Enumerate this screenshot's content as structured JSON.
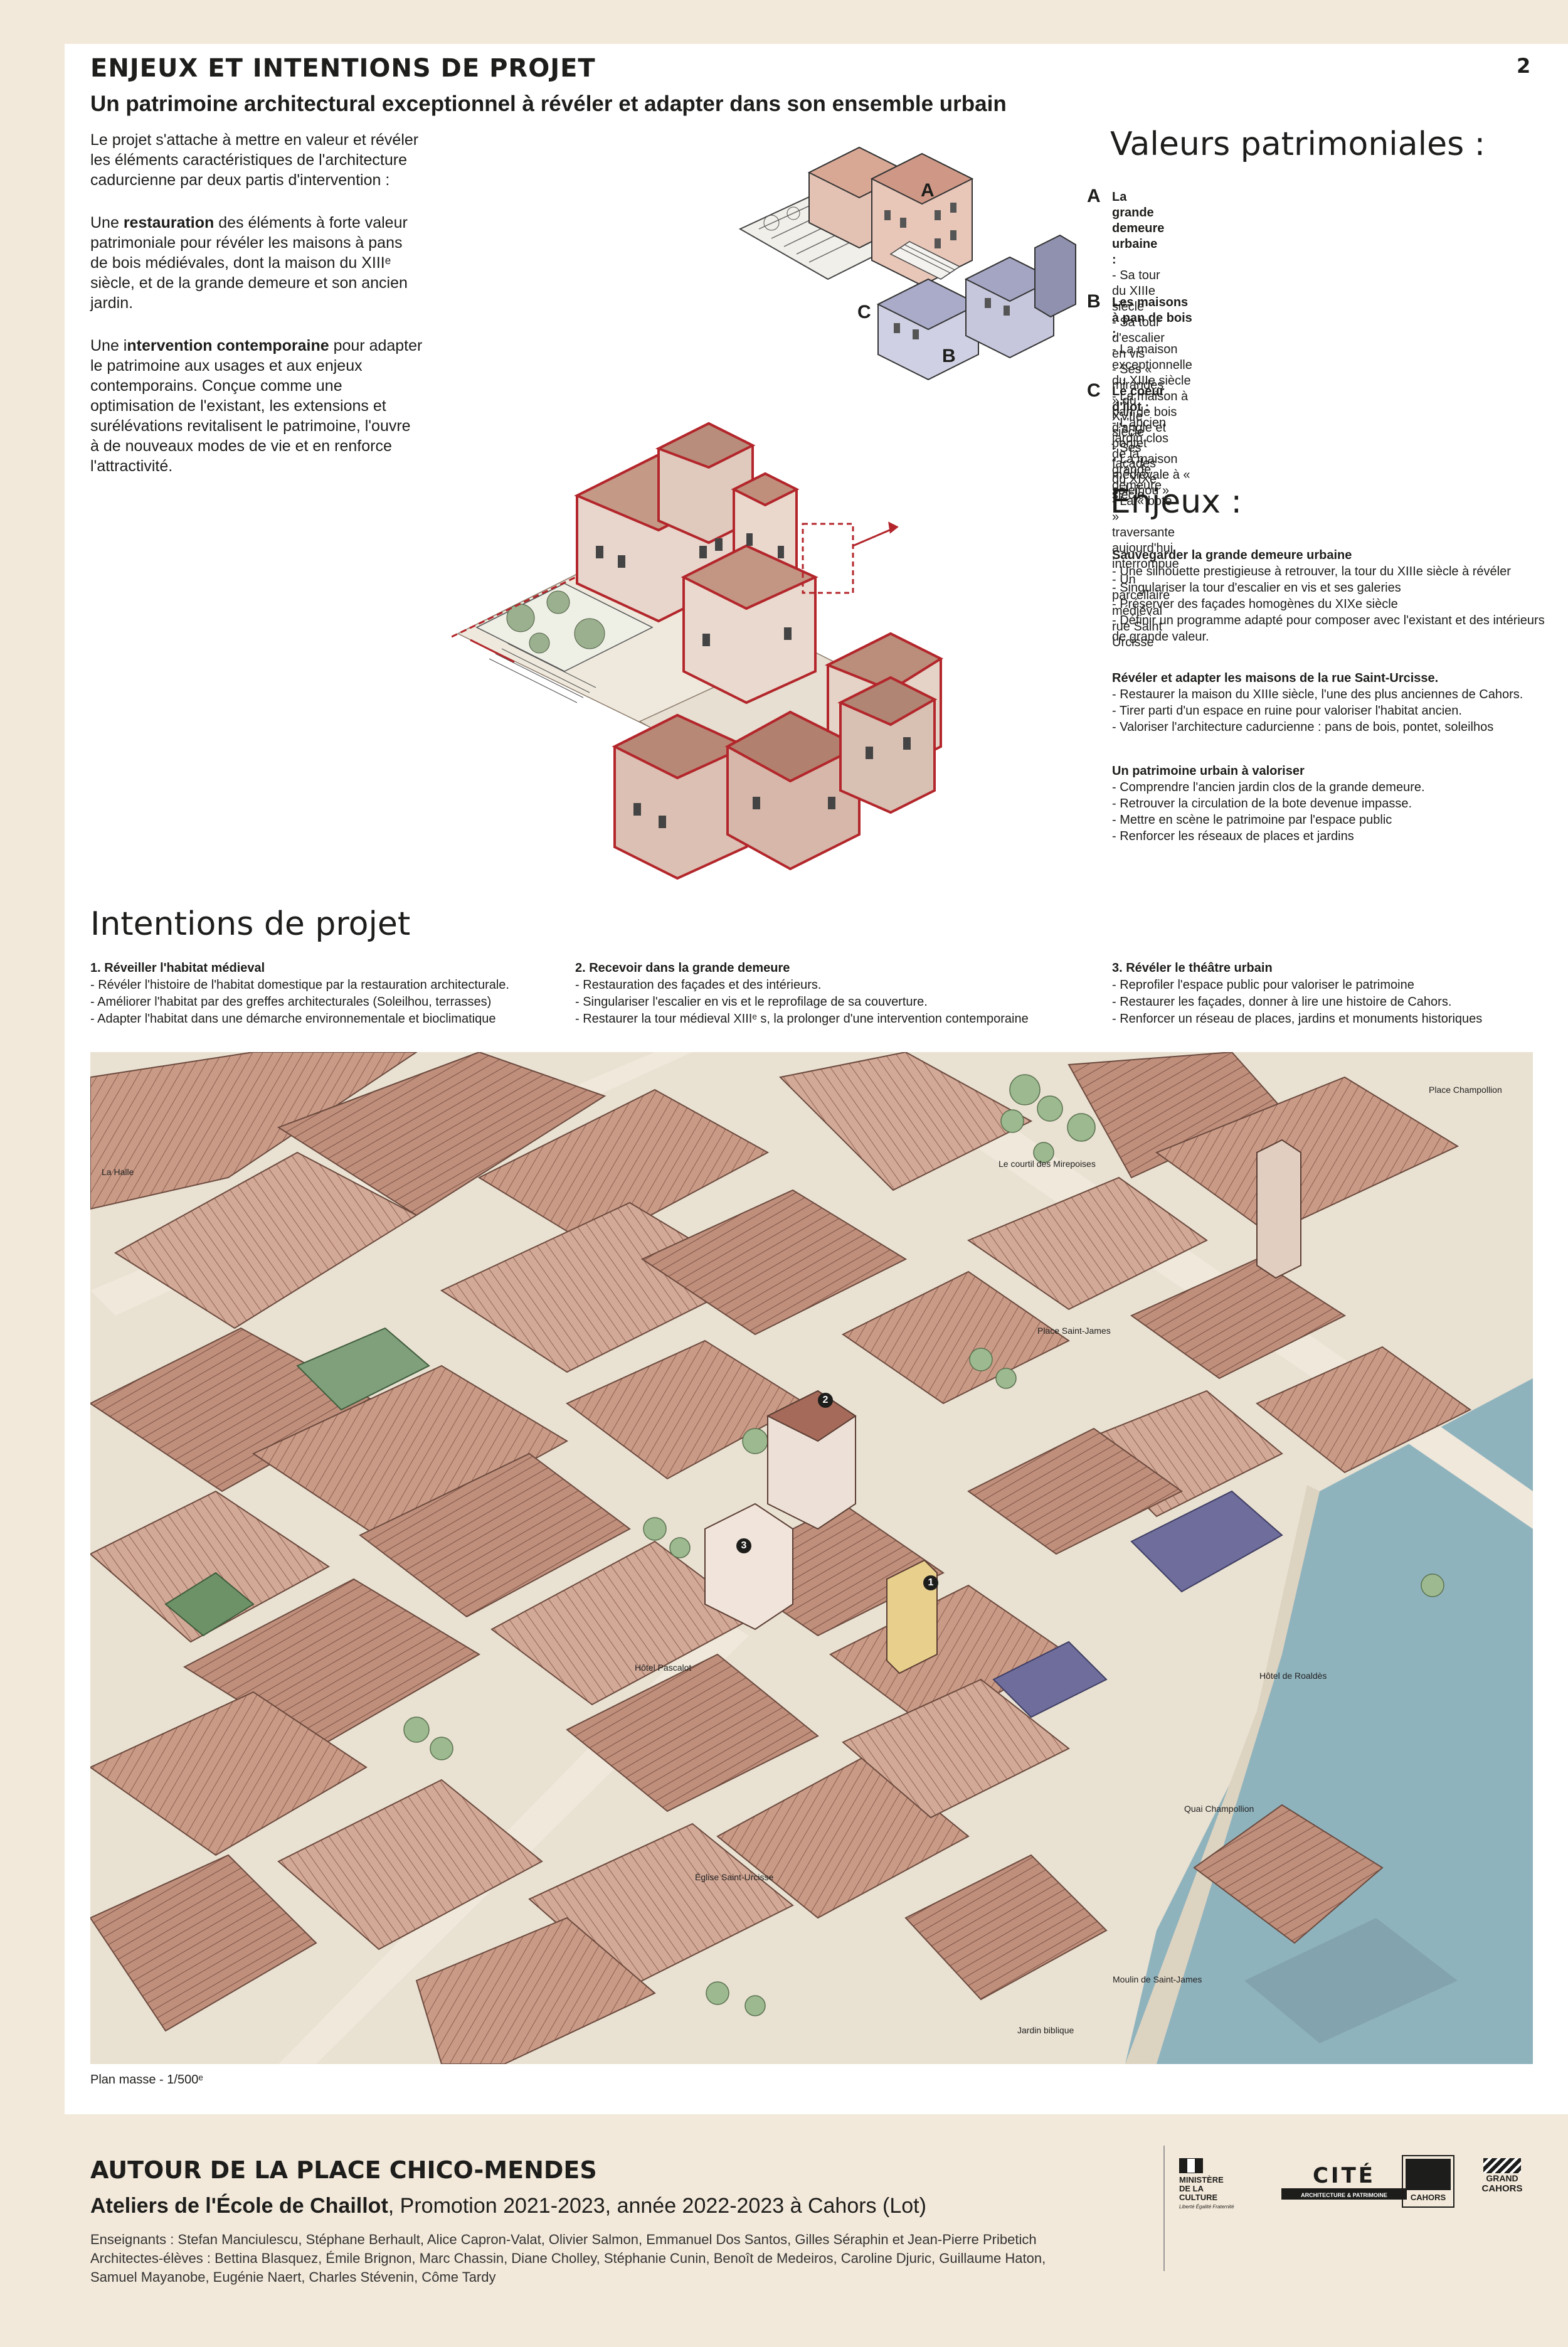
{
  "page_number": "2",
  "header": {
    "title": "ENJEUX ET INTENTIONS DE PROJET",
    "subtitle": "Un patrimoine architectural exceptionnel à révéler et adapter dans son ensemble urbain"
  },
  "intro": {
    "p1": "Le projet s'attache à mettre en valeur et révéler les éléments caractéristiques de l'architecture cadurcienne par deux partis d'intervention :",
    "p2_before": "Une ",
    "p2_bold": "restauration",
    "p2_after": " des éléments à forte valeur patrimoniale pour révéler les maisons à pans de bois médiévales, dont la maison du XIIIᵉ siècle, et de la grande demeure et son ancien jardin.",
    "p3_before": "Une i",
    "p3_bold": "ntervention contemporaine",
    "p3_after": " pour adapter le patrimoine aux usages et aux enjeux contemporains.  Conçue comme une optimisation de l'existant, les extensions et surélévations revitalisent le patrimoine, l'ouvre à de nouveaux modes de vie et en renforce l'attractivité."
  },
  "axo_labels": {
    "a": "A",
    "b": "B",
    "c": "C"
  },
  "valeurs": {
    "heading": "Valeurs patrimoniales :",
    "groups": [
      {
        "letter": "A",
        "title": "La grande demeure urbaine :",
        "items": [
          "- Sa tour du XIIIe siècle",
          "- Sa tour d'escalier en vis",
          "- Ses « mirandes » du XVIIe siècle",
          "- Ses façades du XIXe siècle"
        ]
      },
      {
        "letter": "B",
        "title": "Les maisons à pan de bois :",
        "items": [
          "- La maison exceptionnelle du XIIIe siècle",
          "- La maison à pan de bois d'angle et pontet",
          "- La maison médiévale à « soleihou »"
        ]
      },
      {
        "letter": "C",
        "title": "Le coeur d'îlot :",
        "items": [
          "- L'ancien jardin clos de la grande demeure",
          "- La « bote »  traversante aujourd'hui interrompue",
          "- Un parcellaire médiéval rue Saint Urcisse"
        ]
      }
    ]
  },
  "enjeux": {
    "heading": "Enjeux :",
    "blocks": [
      {
        "title": "Sauvegarder la grande demeure urbaine",
        "items": [
          "- Une silhouette prestigieuse  à retrouver, la tour du XIIIe siècle à révéler",
          "- Singulariser la tour d'escalier en vis et ses galeries",
          "- Préserver des façades homogènes du XIXe siècle",
          "- Définir un programme adapté pour composer avec l'existant et des intérieurs de grande valeur."
        ]
      },
      {
        "title": "Révéler et adapter les maisons de la rue Saint-Urcisse.",
        "items": [
          "- Restaurer la maison du XIIIe siècle, l'une des plus anciennes de Cahors.",
          "- Tirer parti d'un espace en ruine pour valoriser l'habitat ancien.",
          "- Valoriser l'architecture cadurcienne :  pans de bois, pontet, soleilhos"
        ]
      },
      {
        "title": "Un patrimoine urbain à valoriser",
        "items": [
          "- Comprendre l'ancien jardin clos de la grande demeure.",
          "- Retrouver la circulation de la bote devenue impasse.",
          "- Mettre en scène le patrimoine par l'espace public",
          "- Renforcer les réseaux de places et jardins"
        ]
      }
    ]
  },
  "intentions": {
    "heading": "Intentions de projet",
    "cols": [
      {
        "title": "1. Réveiller l'habitat médieval",
        "items": [
          "- Révéler l'histoire de l'habitat domestique par la restauration architecturale.",
          "- Améliorer l'habitat par des greffes architecturales (Soleilhou, terrasses)",
          "- Adapter l'habitat dans une démarche environnementale et bioclimatique"
        ]
      },
      {
        "title": "2. Recevoir dans la grande demeure",
        "items": [
          "- Restauration des façades et des intérieurs.",
          "- Singulariser l'escalier en vis et le reprofilage de sa couverture.",
          "- Restaurer la tour médieval XIIIᵉ s, la prolonger d'une intervention contemporaine"
        ]
      },
      {
        "title": "3. Révéler le théâtre urbain",
        "items": [
          "- Reprofiler l'espace public pour valoriser le patrimoine",
          "- Restaurer les façades, donner à lire une histoire de Cahors.",
          "- Renforcer un réseau de places, jardins et monuments historiques"
        ]
      }
    ]
  },
  "map": {
    "labels": {
      "la_halle": "La Halle",
      "courtil": "Le courtil des Mirepoises",
      "place_champollion": "Place Champollion",
      "place_st_james": "Place Saint-James",
      "hotel_pascalot": "Hôtel Pascalot",
      "hotel_roaldes": "Hôtel de Roaldès",
      "quai_champollion": "Quai Champollion",
      "eglise": "Église Saint-Urcisse",
      "moulin": "Moulin de Saint-James",
      "jardin_biblique": "Jardin biblique"
    },
    "markers": [
      "1",
      "2",
      "3"
    ],
    "caption": "Plan masse - 1/500ᵉ"
  },
  "footer": {
    "title": "AUTOUR DE LA PLACE CHICO-MENDES",
    "sub_bold": "Ateliers de l'École de Chaillot",
    "sub_rest": ", Promotion 2021-2023, année 2022-2023 à Cahors (Lot)",
    "teachers": "Enseignants : Stefan Manciulescu, Stéphane Berhault, Alice Capron-Valat, Olivier Salmon, Emmanuel Dos Santos, Gilles Séraphin et Jean-Pierre Pribetich",
    "students1": "Architectes-élèves : Bettina Blasquez, Émile Brignon, Marc Chassin, Diane Cholley, Stéphanie Cunin, Benoît de Medeiros, Caroline Djuric, Guillaume Haton,",
    "students2": "Samuel Mayanobe, Eugénie Naert, Charles Stévenin, Côme Tardy"
  },
  "logos": {
    "ministere": "MINISTÈRE DE LA CULTURE",
    "ministere_motto": "Liberté Égalité Fraternité",
    "cite": "CITÉ",
    "cite_sub": "ARCHITECTURE & PATRIMOINE",
    "cahors": "CAHORS",
    "grand": "GRAND",
    "grand_cahors": "CAHORS"
  },
  "colors": {
    "background": "#f3e9da",
    "sheet": "#ffffff",
    "roof": "#c99a86",
    "red_outline": "#b3262b",
    "river": "#8fb3bd",
    "street": "#e8dfcf"
  }
}
